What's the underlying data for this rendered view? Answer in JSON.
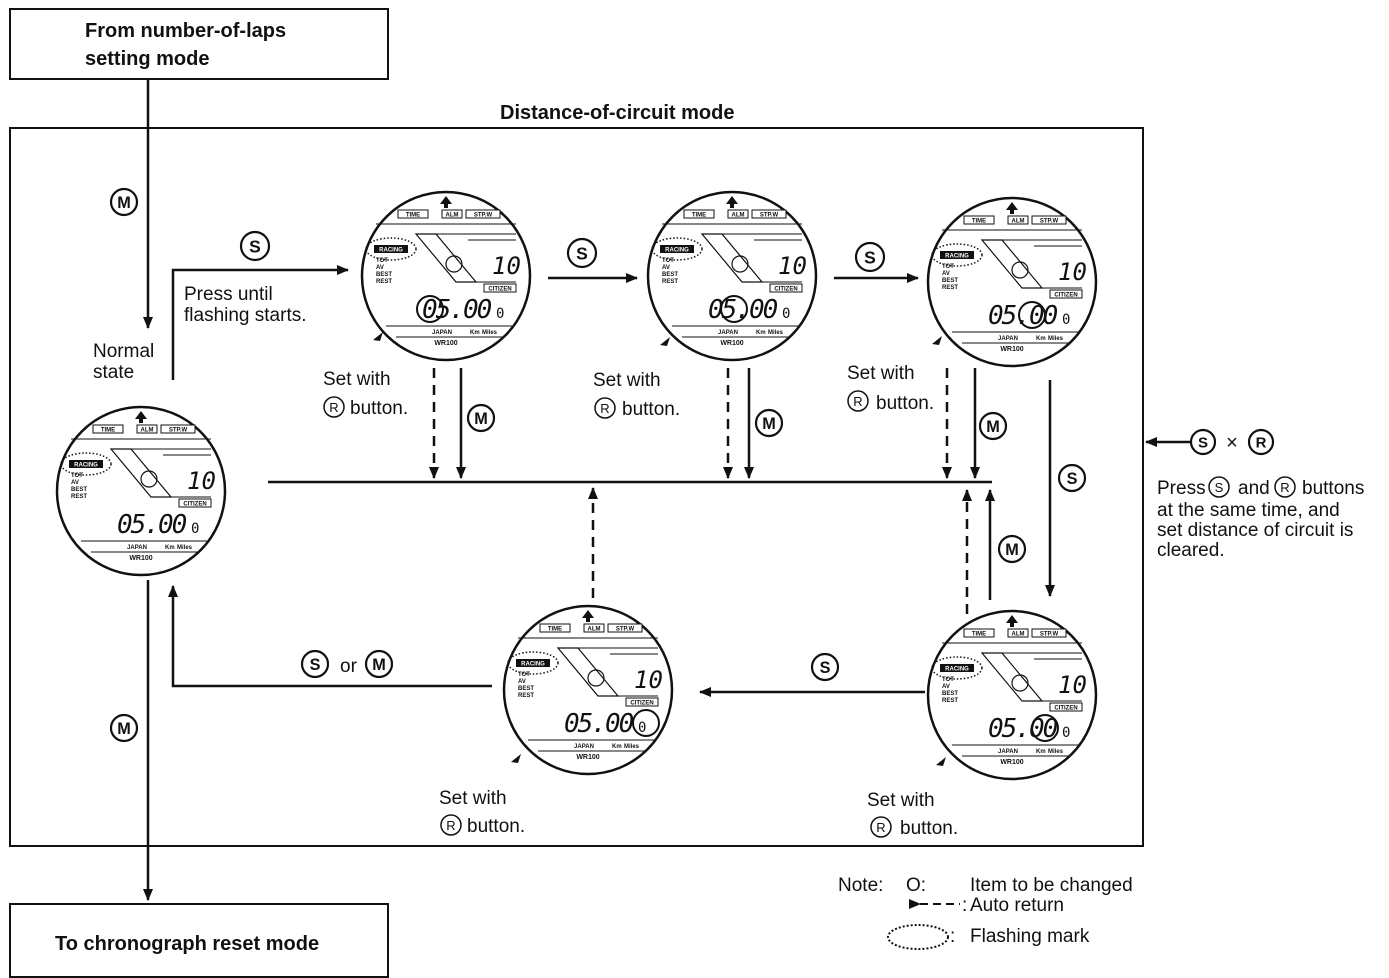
{
  "boxes": {
    "from_mode": [
      "From number-of-laps",
      "setting mode"
    ],
    "to_mode": "To chronograph reset mode"
  },
  "frame_title": "Distance-of-circuit mode",
  "buttons": {
    "S": "S",
    "M": "M",
    "R": "R"
  },
  "labels": {
    "normal_state": [
      "Normal",
      "state"
    ],
    "press_until": [
      "Press until",
      "flashing starts."
    ],
    "set_with": "Set with",
    "r_button": "button.",
    "s_or_m_or": "or",
    "clear_note": [
      "Press",
      "and",
      "buttons",
      "at the same time, and",
      "set distance of circuit is",
      "cleared."
    ]
  },
  "watch": {
    "tabs": [
      "TIME",
      "ALM",
      "STP.W"
    ],
    "mode_label": "RACING",
    "side_labels": [
      "TOT",
      "AV",
      "BEST",
      "REST"
    ],
    "lap_number": "10",
    "brand": "CITIZEN",
    "distance_value": "05.00",
    "distance_unit": "0",
    "footer": [
      "JAPAN",
      "Km",
      "Miles"
    ],
    "model": "WR100"
  },
  "legend": {
    "note": "Note:",
    "circle_symbol": "O:",
    "item_changed": "Item to be changed",
    "auto_return": "Auto return",
    "flashing_mark": "Flashing mark"
  }
}
